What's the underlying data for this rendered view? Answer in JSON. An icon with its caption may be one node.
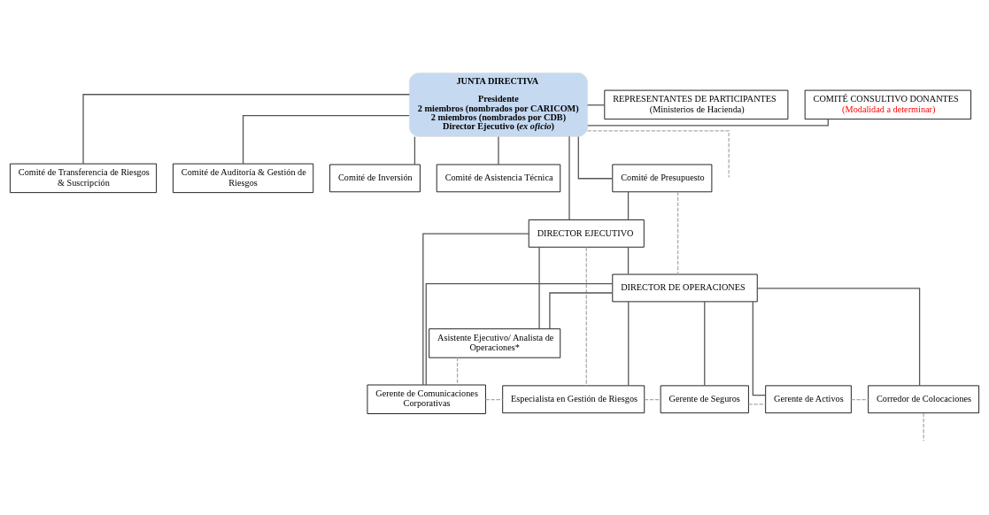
{
  "diagram": {
    "nodes": [
      {
        "text": [
          "REPRESENTANTES DE PARTICIPANTES (Ministerios de Hacienda)"
        ]
      },
      {
        "text": [
          "COMITÉ CONSULTIVO DONANTES",
          "(Modalidad a determinar)"
        ]
      },
      {
        "text": [
          "JUNTA DIRECTIVA",
          "Presidente",
          "2 miembros (nombrados por CARICOM)",
          "2 miembros (nombrados por CDB)",
          "Director Ejecutivo (*ex oficio*)"
        ]
      },
      {
        "text": [
          "Comité de Transferencia de Riesgos & Suscripción"
        ]
      },
      {
        "text": [
          "Comité de Auditoría & Gestión de Riesgos"
        ]
      },
      {
        "text": [
          "Comité de Inversión"
        ]
      },
      {
        "text": [
          "Comité de Asistencia Técnica"
        ]
      },
      {
        "text": [
          "Comité de Presupuesto"
        ]
      },
      {
        "text": [
          "DIRECTOR EJECUTIVO"
        ]
      },
      {
        "text": [
          "DIRECTOR DE OPERACIONES"
        ]
      },
      {
        "text": [
          "Asistente Ejecutivo/ Analista de Operaciones*"
        ]
      },
      {
        "text": [
          "Gerente de Comunicaciones Corporativas"
        ]
      },
      {
        "text": [
          "Especialista en Gestión de Riesgos"
        ]
      },
      {
        "text": [
          "Gerente de Seguros"
        ]
      },
      {
        "text": [
          "Gerente de Activos"
        ]
      },
      {
        "text": [
          "Corredor de Colocaciones"
        ]
      }
    ],
    "edges": [
      {
        "from": 2,
        "to": 0,
        "arrow": "none"
      },
      {
        "from": 2,
        "to": 1,
        "arrow": "none"
      },
      {
        "from": 2,
        "to": 3,
        "arrow": "none"
      },
      {
        "from": 2,
        "to": 4,
        "arrow": "none"
      },
      {
        "from": 2,
        "to": 5,
        "arrow": "none"
      },
      {
        "from": 2,
        "to": 6,
        "arrow": "none"
      },
      {
        "from": 2,
        "to": 7,
        "arrow": "none"
      },
      {
        "from": 2,
        "to": 8,
        "arrow": "none"
      },
      {
        "from": 7,
        "to": 8,
        "arrow": "none"
      },
      {
        "from": 8,
        "to": 9,
        "arrow": "none"
      },
      {
        "from": 8,
        "to": 10,
        "arrow": "none"
      },
      {
        "from": 8,
        "to": 11,
        "arrow": "none"
      },
      {
        "from": 9,
        "to": 10,
        "arrow": "none"
      },
      {
        "from": 9,
        "to": 11,
        "arrow": "none"
      },
      {
        "from": 9,
        "to": 12,
        "arrow": "none"
      },
      {
        "from": 9,
        "to": 13,
        "arrow": "none"
      },
      {
        "from": 9,
        "to": 14,
        "arrow": "none"
      },
      {
        "from": 9,
        "to": 15,
        "arrow": "none"
      },
      {
        "from": 2,
        "to": null,
        "arrow": "none",
        "style": "dashed",
        "color": "#aaaaaa"
      },
      {
        "from": 7,
        "to": 9,
        "arrow": "none",
        "style": "dashed",
        "color": "#aaaaaa"
      },
      {
        "from": 8,
        "to": 12,
        "arrow": "none",
        "style": "dashed",
        "color": "#aaaaaa"
      },
      {
        "from": 10,
        "to": 11,
        "arrow": "none",
        "style": "dashed",
        "color": "#aaaaaa"
      },
      {
        "from": 11,
        "to": 12,
        "arrow": "none",
        "style": "dashed",
        "color": "#aaaaaa"
      },
      {
        "from": 12,
        "to": 13,
        "arrow": "none",
        "style": "dashed",
        "color": "#aaaaaa"
      },
      {
        "from": 13,
        "to": 14,
        "arrow": "none",
        "style": "dashed",
        "color": "#aaaaaa"
      },
      {
        "from": 14,
        "to": 15,
        "arrow": "none",
        "style": "dashed",
        "color": "#aaaaaa"
      },
      {
        "from": 15,
        "to": null,
        "arrow": "none",
        "style": "dashed",
        "color": "#aaaaaa"
      }
    ]
  }
}
